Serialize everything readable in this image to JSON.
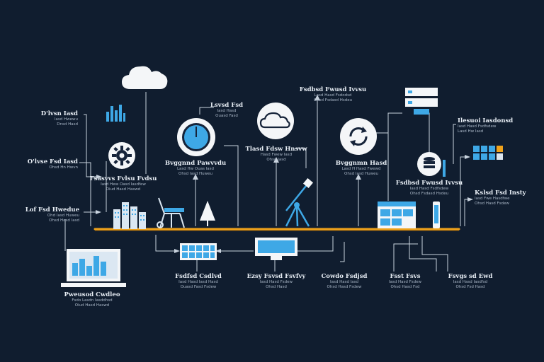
{
  "colors": {
    "background": "#101d2f",
    "wire": "#c9d3de",
    "bus": "#f0a21b",
    "accent_blue": "#3ea8e6",
    "icon_white": "#f4f6f8"
  },
  "icons": [
    "cloud-icon",
    "gear-icon",
    "gauge-icon",
    "refresh-icon",
    "database-icon",
    "server-icon",
    "laptop-icon",
    "monitor-icon",
    "telescope-icon",
    "sail-icon",
    "buildings-icon",
    "bar-chart-icon",
    "tile-grid-icon"
  ],
  "labels": {
    "l1": {
      "title": "D'lvsn Iasd",
      "sub": [
        "lasd Hwewu",
        "Dnsd Hasd"
      ]
    },
    "l2": {
      "title": "O'lvse Fsd Iasd",
      "sub": [
        "Ohsd Hn Hwvn"
      ]
    },
    "l3": {
      "title": "Lof Fsd Hwedue",
      "sub": [
        "Ohd Iasd Huweu",
        "Ohsd Hasd Iasd"
      ]
    },
    "l4": {
      "title": "Pweusod Cwdleo",
      "sub": [
        "Fsdo Lasdn Iasddhsd",
        "Oiud Hasd Haswd"
      ]
    },
    "l5": {
      "title": "Fsasvvs Fvlsu Fvdsu",
      "sub": [
        "Iasd Hew Oasd Iasdfew",
        "Oiud Hasd Haswd"
      ]
    },
    "l6": {
      "title": "Lsvsd Fsd",
      "sub": [
        "Iasd Hasd",
        "Ouasd Fasd"
      ]
    },
    "l7": {
      "title": "Bvggnnd Pawvvdu",
      "sub": [
        "Lasd Hw Ouas Iasd",
        "Ohsd Iasd Huweu"
      ]
    },
    "l8": {
      "title": "Tlasd Fdsw Hnsvw",
      "sub": [
        "Hasd Fwew Iasd",
        "Ohsd Iasd"
      ]
    },
    "l9": {
      "title": "Bvggnmn Hasd",
      "sub": [
        "Lasd H Hasd Fwewd",
        "Ohsd Iasd Huweu"
      ]
    },
    "l10": {
      "title": "Fsdbsd Fwusd Ivvsu",
      "sub": [
        "Lasd Hasd Fsdodsd",
        "Ohsd Fsdasd Hsdeu"
      ]
    },
    "l11": {
      "title": "Ilesuoi Iasdonsd",
      "sub": [
        "Iasd Hasd Fsdfsdew",
        "Lasd Hw Iasd"
      ]
    },
    "l12": {
      "title": "Kslsd Fsd Insty",
      "sub": [
        "Iasd Fwe Hasdfwe",
        "Ohsd Hasd Fsdew"
      ]
    },
    "l13": {
      "title": "Fsdfsd Csdlvd",
      "sub": [
        "Iasd Hasd Iasd Hasd",
        "Ouasd Fasd Fsdew"
      ]
    },
    "l14": {
      "title": "Ezsy Fsvsd Fsvfvy",
      "sub": [
        "Iasd Hasd Fsdew",
        "Ohsd Hasd"
      ]
    },
    "l15": {
      "title": "Cowdo Fsdjsd",
      "sub": [
        "Iasd Hasd Iasd",
        "Ohsd Hasd Fsdew"
      ]
    },
    "l16": {
      "title": "Fsst Fsvs",
      "sub": [
        "Iasd Hasd Fsdew",
        "Ohsd Hasd Fsd"
      ]
    },
    "l17": {
      "title": "Fsvgs sd Ewd",
      "sub": [
        "Iasd Hasd Iasdfsd",
        "Ohsd Fsd Hasd"
      ]
    }
  }
}
